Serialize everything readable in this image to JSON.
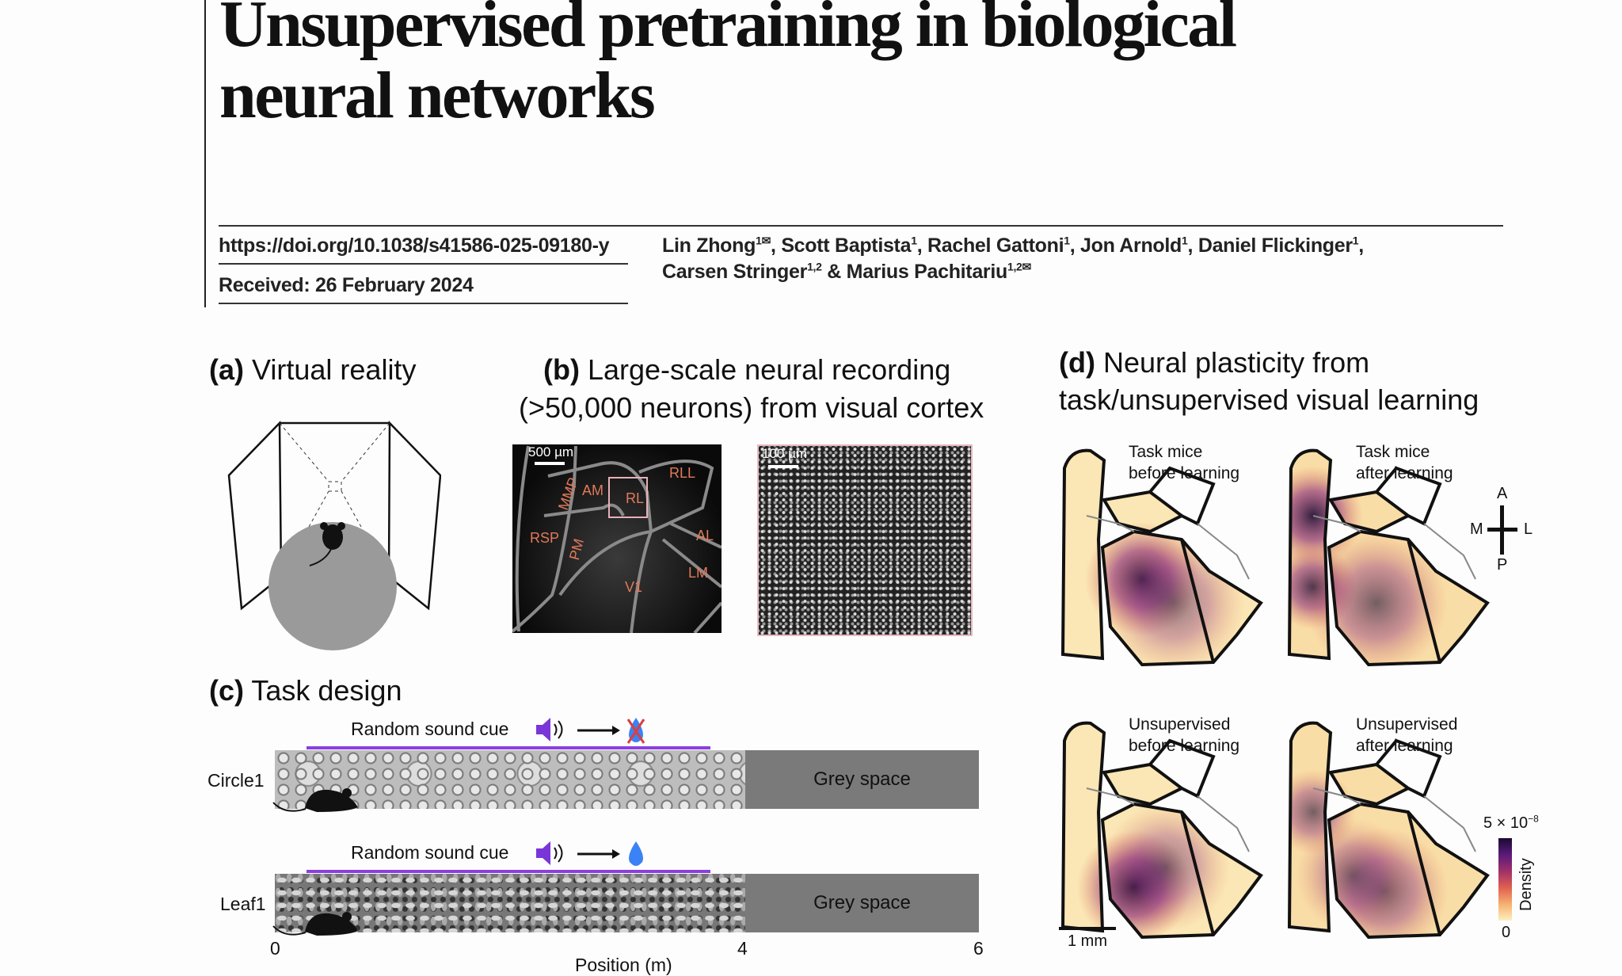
{
  "header": {
    "title_line1": "Unsupervised pretraining in biological",
    "title_line2": "neural networks",
    "doi": "https://doi.org/10.1038/s41586-025-09180-y",
    "received": "Received: 26 February 2024",
    "authors": [
      {
        "name": "Lin Zhong",
        "sup": "1✉",
        "sep": ", "
      },
      {
        "name": "Scott Baptista",
        "sup": "1",
        "sep": ", "
      },
      {
        "name": "Rachel Gattoni",
        "sup": "1",
        "sep": ", "
      },
      {
        "name": "Jon Arnold",
        "sup": "1",
        "sep": ", "
      },
      {
        "name": "Daniel Flickinger",
        "sup": "1",
        "sep": ", "
      },
      {
        "name": "Carsen Stringer",
        "sup": "1,2",
        "sep": ""
      }
    ],
    "authors_line2": {
      "name": "& Marius Pachitariu",
      "sup": "1,2✉"
    }
  },
  "panel_a": {
    "letter": "(a)",
    "title": "Virtual reality"
  },
  "panel_b": {
    "letter": "(b)",
    "title_line1": "Large-scale neural recording",
    "title_line2": "(>50,000 neurons) from visual cortex",
    "scale1": "500 µm",
    "scale2": "100 µm",
    "areas": [
      "MMP",
      "AM",
      "RL",
      "RLL",
      "RSP",
      "PM",
      "AL",
      "LM",
      "V1"
    ]
  },
  "panel_c": {
    "letter": "(c)",
    "title": "Task design",
    "tracks": [
      {
        "name": "Circle1",
        "cue": "Random sound cue",
        "outcome": "no-reward-icon",
        "grey": "Grey space"
      },
      {
        "name": "Leaf1",
        "cue": "Random sound cue",
        "outcome": "water-drop-icon",
        "grey": "Grey space"
      }
    ],
    "ticks": [
      "0",
      "4",
      "6"
    ],
    "xlabel": "Position (m)"
  },
  "panel_d": {
    "letter": "(d)",
    "title_line1": "Neural plasticity from",
    "title_line2": "task/unsupervised visual learning",
    "maps": [
      {
        "l1": "Task mice",
        "l2": "before learning"
      },
      {
        "l1": "Task mice",
        "l2": "after learning"
      },
      {
        "l1": "Unsupervised",
        "l2": "before learning"
      },
      {
        "l1": "Unsupervised",
        "l2": "after learning"
      }
    ],
    "compass": {
      "a": "A",
      "p": "P",
      "m": "M",
      "l": "L"
    },
    "scalebar": "1 mm",
    "colorbar": {
      "max": "5 × 10",
      "max_exp": "−8",
      "min": "0",
      "label": "Density"
    }
  }
}
